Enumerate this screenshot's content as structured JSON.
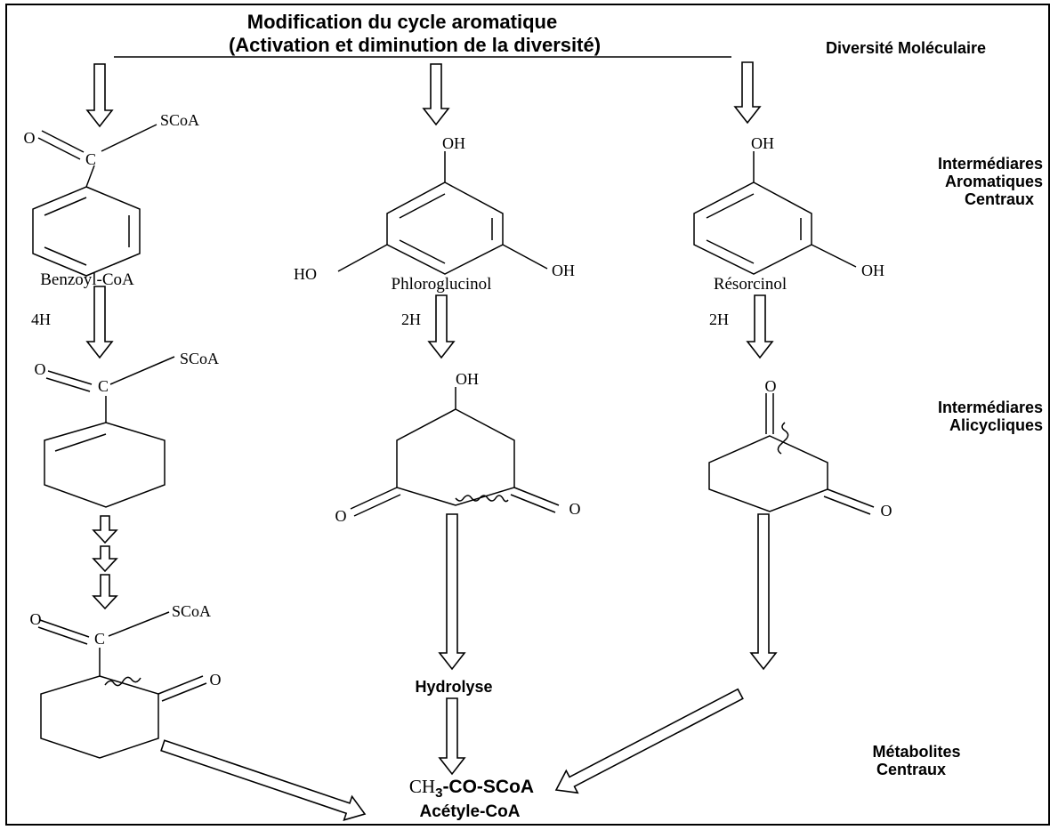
{
  "header": {
    "title_line1": "Modification du cycle aromatique",
    "title_line2": "(Activation et diminution de la diversité)",
    "diversity": "Diversité Moléculaire"
  },
  "side_labels": {
    "aromatic": [
      "Intermédiares",
      "Aromatiques",
      "Centraux"
    ],
    "alicyclic": [
      "Intermédiares",
      "Alicycliques"
    ],
    "central": [
      "Métabolites",
      "Centraux"
    ]
  },
  "benzoyl": {
    "o": "O",
    "c": "C",
    "scoa": "SCoA",
    "name": "Benzoyl-CoA",
    "h": "4H"
  },
  "cyclohexene": {
    "o": "O",
    "c": "C",
    "scoa": "SCoA"
  },
  "ketocyclohexane": {
    "o": "O",
    "c": "C",
    "scoa": "SCoA",
    "ring_o": "O"
  },
  "phloroglucinol": {
    "oh_top": "OH",
    "ho_left": "HO",
    "oh_right": "OH",
    "name": "Phloroglucinol",
    "h": "2H"
  },
  "phloro_reduced": {
    "oh": "OH",
    "o_left": "O",
    "o_right": "O"
  },
  "resorcinol": {
    "oh_top": "OH",
    "oh_right": "OH",
    "name": "Résorcinol",
    "h": "2H"
  },
  "resorc_reduced": {
    "o_top": "O",
    "o_right": "O"
  },
  "hydrolyse": "Hydrolyse",
  "product": {
    "formula_ch": "CH",
    "formula_sub": "3",
    "formula_rest": "-CO-SCoA",
    "name": "Acétyle-CoA"
  }
}
